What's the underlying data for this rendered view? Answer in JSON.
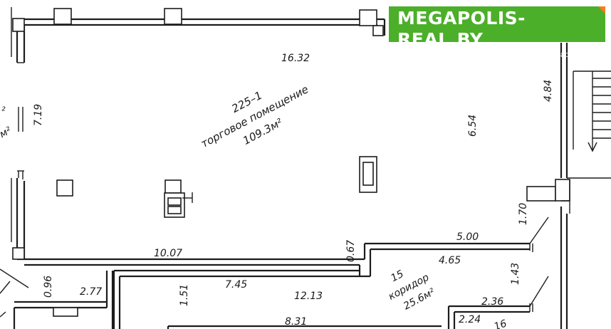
{
  "banner": {
    "title": "MEGAPOLIS-REAL.BY",
    "subtitle": "портал о коммерческой недвижимости в Беларуси",
    "color": "#4caf2a",
    "accent": "#ff7a1a"
  },
  "rooms": {
    "main": {
      "number": "225–1",
      "name": "торговое помещение",
      "area": "109.3м²"
    },
    "corridor": {
      "number": "15",
      "name": "коридор",
      "area": "25.6м²"
    },
    "left_partial_a": "²",
    "left_partial_b": "3м²",
    "bottom_right_partial": "16"
  },
  "dimensions": {
    "top_width": "16.32",
    "main_height": "6.54",
    "stair_height": "4.84",
    "left_height": "7.19",
    "bottom_width": "10.07",
    "step": "0.67",
    "corridor_top": "5.00",
    "corridor_inner": "4.65",
    "right_top": "1.70",
    "right_low": "1.43",
    "bottom_mid": "7.45",
    "bottom_right": "12.13",
    "left_mid": "1.51",
    "small_left": "0.96",
    "small_bottom": "2.77",
    "corridor_right_a": "2.36",
    "corridor_right_b": "2.24",
    "bottom_total": "8.31"
  }
}
